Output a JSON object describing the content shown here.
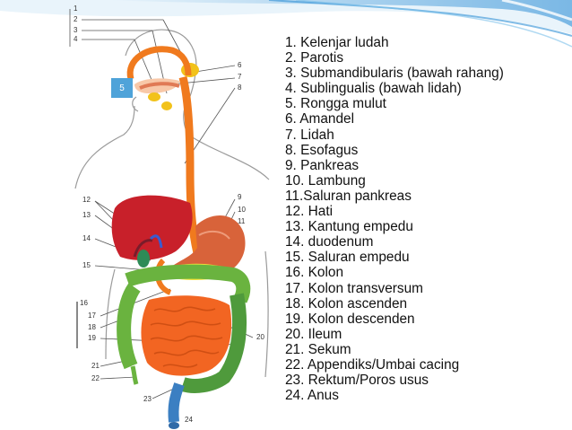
{
  "legend": [
    "1. Kelenjar ludah",
    "2. Parotis",
    "3. Submandibularis (bawah rahang)",
    "4. Sublingualis (bawah lidah)",
    "5. Rongga mulut",
    "6. Amandel",
    "7. Lidah",
    "8. Esofagus",
    "9. Pankreas",
    "10. Lambung",
    "11.Saluran pankreas",
    "12. Hati",
    "13. Kantung empedu",
    "14. duodenum",
    "15. Saluran empedu",
    "16. Kolon",
    "17. Kolon transversum",
    "18. Kolon ascenden",
    "19. Kolon descenden",
    "20. Ileum",
    "21. Sekum",
    "22. Appendiks/Umbai cacing",
    "23. Rektum/Poros usus",
    "24. Anus"
  ],
  "labels": {
    "n1": "1",
    "n2": "2",
    "n3": "3",
    "n4": "4",
    "n5": "5",
    "n6": "6",
    "n7": "7",
    "n8": "8",
    "n9": "9",
    "n10": "10",
    "n11": "11",
    "n12": "12",
    "n13": "13",
    "n14": "14",
    "n15": "15",
    "n16": "16",
    "n17": "17",
    "n18": "18",
    "n19": "19",
    "n20": "20",
    "n21": "21",
    "n22": "22",
    "n23": "23",
    "n24": "24"
  },
  "colors": {
    "accent_blue": "#2f8fd6",
    "esophagus": "#f07a1e",
    "liver": "#c8202a",
    "stomach": "#d8633a",
    "pancreas": "#f2e23a",
    "colon": "#6ab33f",
    "intestine": "#f26522",
    "rectum": "#3b7fc2"
  }
}
